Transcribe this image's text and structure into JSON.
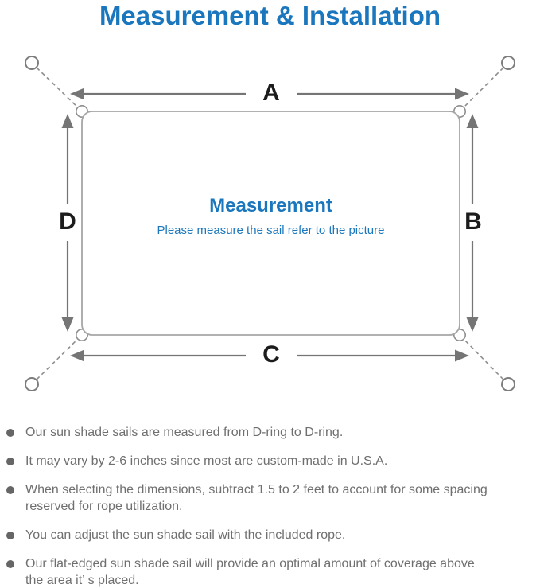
{
  "title": "Measurement & Installation",
  "diagram": {
    "label_top": "A",
    "label_right": "B",
    "label_bottom": "C",
    "label_left": "D",
    "center_heading": "Measurement",
    "center_subheading": "Please measure the sail refer to the picture"
  },
  "notes": [
    "Our sun shade sails are measured from D-ring to D-ring.",
    "It may vary by 2-6 inches since most are custom-made in U.S.A.",
    "When selecting the dimensions, subtract 1.5 to 2 feet to account for some spacing\nreserved for rope utilization.",
    "You can adjust the sun shade sail with the included rope.",
    "Our flat-edged sun shade sail will provide an optimal amount of coverage above\nthe area it’ s placed."
  ],
  "colors": {
    "accent_blue": "#1b77bd",
    "arrow_gray": "#757575",
    "line_gray": "#8e8e8e",
    "outline_gray": "#a6a6a6",
    "anchor_gray": "#7d7d7d",
    "text_gray": "#6f6f6f",
    "label_black": "#1c1c1c",
    "bullet_gray": "#666666"
  }
}
